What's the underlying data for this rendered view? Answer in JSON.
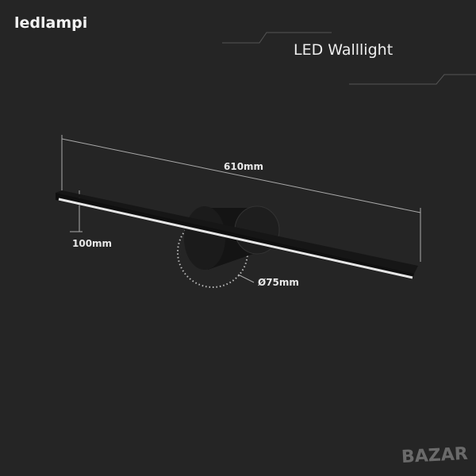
{
  "brand": "ledlampi",
  "title": "LED Walllight",
  "dimensions": {
    "length": "610mm",
    "height": "100mm",
    "diameter": "Ø75mm"
  },
  "watermark": "BAZAR"
}
